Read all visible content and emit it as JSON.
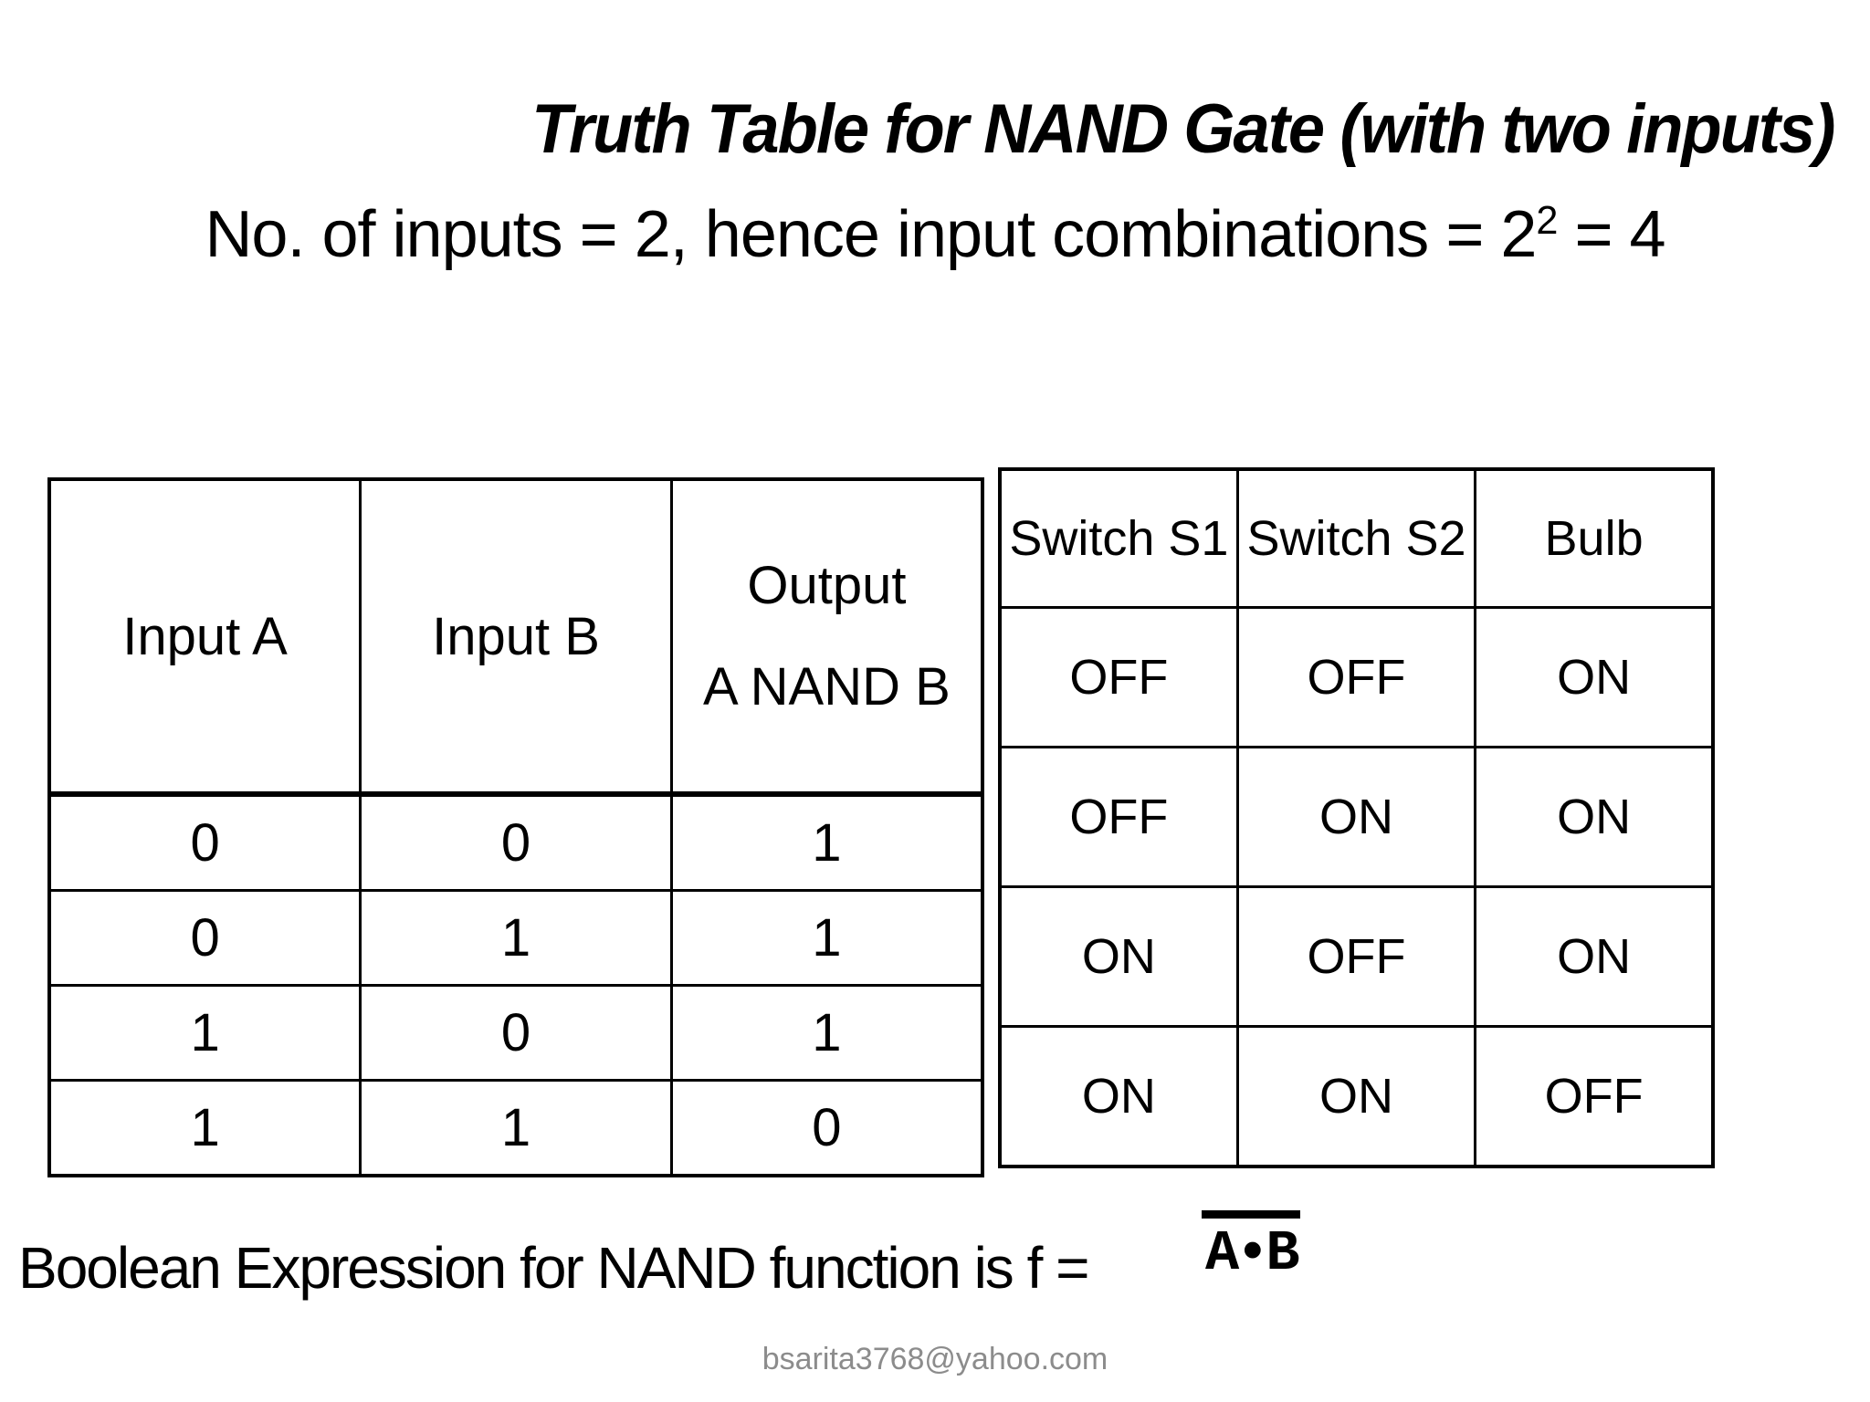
{
  "title": "Truth Table for NAND Gate (with two inputs)",
  "subtitle": {
    "prefix": "No. of inputs = 2, hence input combinations = 2",
    "exponent": "2",
    "suffix": " = 4"
  },
  "truth_table": {
    "headers": [
      "Input A",
      "Input B"
    ],
    "output_header": [
      "Output",
      "A NAND B"
    ],
    "rows": [
      [
        "0",
        "0",
        "1"
      ],
      [
        "0",
        "1",
        "1"
      ],
      [
        "1",
        "0",
        "1"
      ],
      [
        "1",
        "1",
        "0"
      ]
    ]
  },
  "switch_table": {
    "headers": [
      "Switch S1",
      "Switch S2",
      "Bulb"
    ],
    "rows": [
      [
        "OFF",
        "OFF",
        "ON"
      ],
      [
        "OFF",
        "ON",
        "ON"
      ],
      [
        "ON",
        "OFF",
        "ON"
      ],
      [
        "ON",
        "ON",
        "OFF"
      ]
    ]
  },
  "boolean_expression": {
    "label": "Boolean Expression for NAND function is f =",
    "expression": "A•B",
    "overline": true
  },
  "footer": "bsarita3768@yahoo.com",
  "colors": {
    "background": "#ffffff",
    "text": "#000000",
    "border": "#000000",
    "footer_text": "#8c8c8c"
  }
}
